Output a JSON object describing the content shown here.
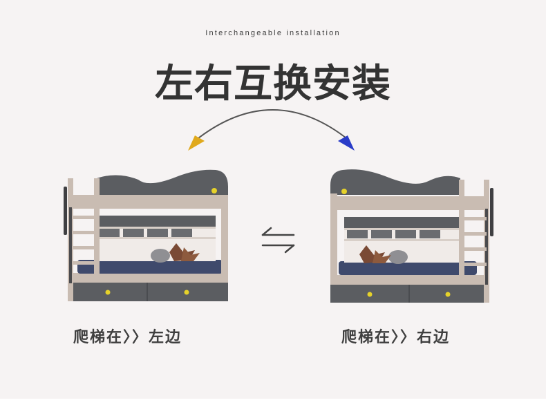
{
  "header": {
    "subtitle": "Interchangeable installation",
    "title": "左右互换安装"
  },
  "captions": {
    "left": "爬梯在〉〉左边",
    "right": "爬梯在〉〉右边"
  },
  "colors": {
    "background": "#f6f3f3",
    "arrow_left_head": "#e0a91c",
    "arrow_right_head": "#2a3cc8",
    "bed_wood": "#c9bcb2",
    "bed_dark": "#5b5d61",
    "mattress": "#3f4a6c",
    "knob": "#e6d22a"
  },
  "icons": {
    "swap": "swap-arrows-icon",
    "curved_arrow": "curved-double-arrow-icon"
  }
}
